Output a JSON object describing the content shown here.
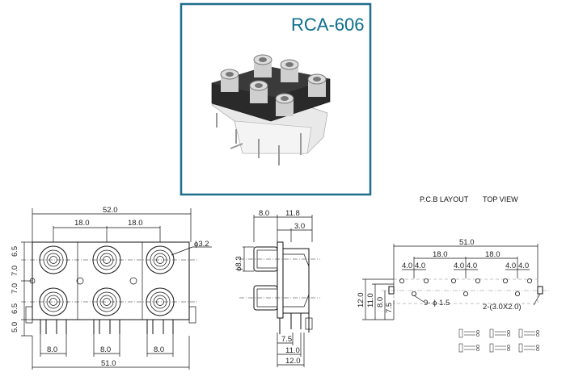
{
  "model": "RCA-606",
  "colors": {
    "photo_border": "#1c6e8c",
    "title_text": "#0a6f8d",
    "line": "#111111",
    "pcb_dash": "#888888"
  },
  "pcb": {
    "heading_left": "P.C.B LAYOUT",
    "heading_right": "TOP VIEW",
    "width": "51.0",
    "pitch_a": "18.0",
    "pitch_b": "18.0",
    "pair_labels": [
      "4.0",
      "4.0",
      "4.0",
      "4.0",
      "4.0",
      "4.0"
    ],
    "h_12": "12.0",
    "h_11": "11.0",
    "h_8": "8.0",
    "h_75": "7.5",
    "holes_note": "9- ϕ 1.5",
    "slot_note": "2-(3.0X2.0)"
  },
  "front": {
    "width_52": "52.0",
    "pitch_1": "18.0",
    "pitch_2": "18.0",
    "left_dims": [
      "6.5",
      "7.0",
      "7.0",
      "6.5",
      "5.0"
    ],
    "jack_dia": "ϕ3.2",
    "pin_spacing": [
      "8.0",
      "8.0",
      "8.0"
    ],
    "width_51": "51.0"
  },
  "side": {
    "top_8": "8.0",
    "top_118": "11.8",
    "top_3": "3.0",
    "dia": "ϕ8.3",
    "bot_75": "7.5",
    "bot_11": "11.0",
    "bot_12": "12.0"
  }
}
